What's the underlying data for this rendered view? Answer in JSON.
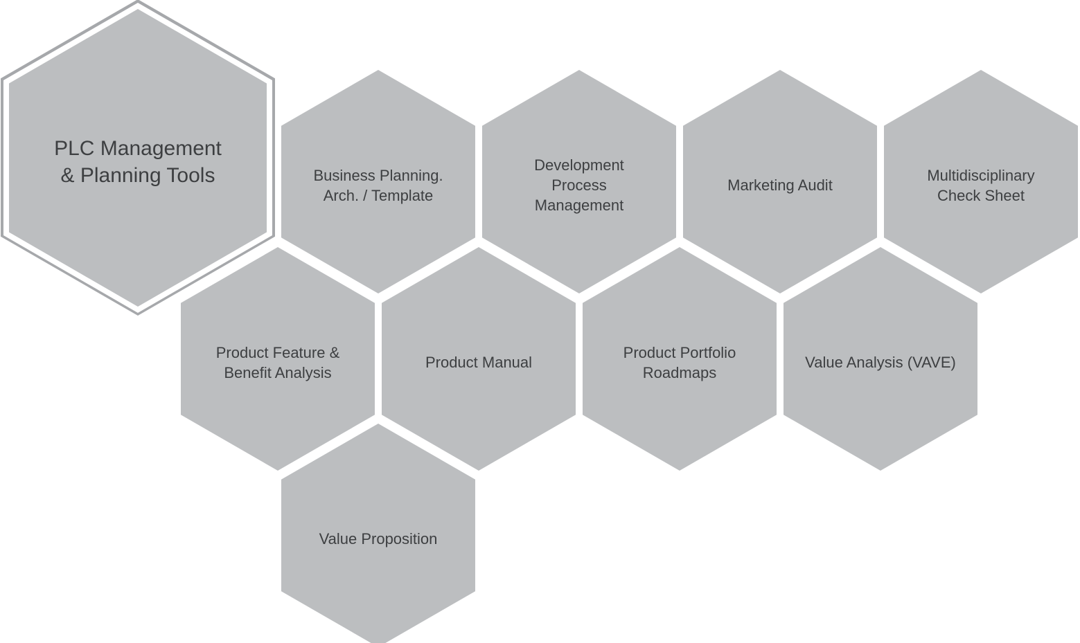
{
  "diagram": {
    "title": "PLC Management & Planning Tools honeycomb diagram",
    "colors": {
      "background": "#ffffff",
      "hex_fill": "#bcbec0",
      "hex_ring": "#a6a8ab",
      "text": "#3d3f41"
    },
    "hexagons": [
      {
        "id": "plc-management-planning-tools",
        "label": [
          "PLC Management",
          "& Planning Tools"
        ],
        "highlighted": true
      },
      {
        "id": "business-planning-arch-template",
        "label": [
          "Business Planning.",
          "Arch. / Template"
        ],
        "highlighted": false
      },
      {
        "id": "development-process-management",
        "label": [
          "Development",
          "Process",
          "Management"
        ],
        "highlighted": false
      },
      {
        "id": "marketing-audit",
        "label": [
          "Marketing Audit"
        ],
        "highlighted": false
      },
      {
        "id": "multidisciplinary-check-sheet",
        "label": [
          "Multidisciplinary",
          "Check Sheet"
        ],
        "highlighted": false
      },
      {
        "id": "product-feature-benefit-analysis",
        "label": [
          "Product Feature &",
          "Benefit Analysis"
        ],
        "highlighted": false
      },
      {
        "id": "product-manual",
        "label": [
          "Product Manual"
        ],
        "highlighted": false
      },
      {
        "id": "product-portfolio-roadmaps",
        "label": [
          "Product Portfolio",
          "Roadmaps"
        ],
        "highlighted": false
      },
      {
        "id": "value-analysis-vave",
        "label": [
          "Value Analysis (VAVE)"
        ],
        "highlighted": false
      },
      {
        "id": "value-proposition",
        "label": [
          "Value Proposition"
        ],
        "highlighted": false
      }
    ]
  }
}
